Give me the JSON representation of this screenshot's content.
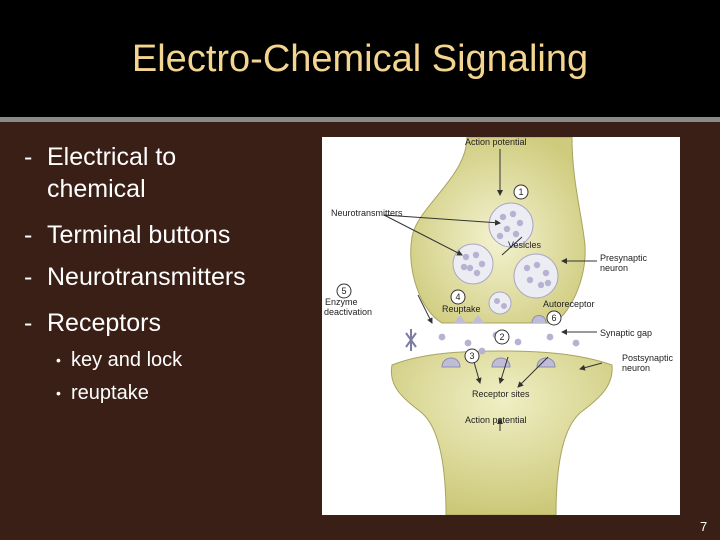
{
  "slide": {
    "title": "Electro-Chemical Signaling",
    "number": "7"
  },
  "bullets": [
    {
      "marker": "-",
      "lines": [
        "Electrical to",
        "chemical"
      ]
    },
    {
      "marker": "-",
      "lines": [
        "Terminal buttons"
      ]
    },
    {
      "marker": "-",
      "lines": [
        "Neurotransmitters"
      ]
    },
    {
      "marker": "-",
      "lines": [
        "Receptors"
      ]
    }
  ],
  "sub_bullets": [
    {
      "marker": "•",
      "text": "key and lock"
    },
    {
      "marker": "•",
      "text": "reuptake"
    }
  ],
  "figure": {
    "labels": {
      "action_potential_top": "Action potential",
      "neurotransmitters": "Neurotransmitters",
      "vesicles": "Vesicles",
      "presynaptic_1": "Presynaptic",
      "presynaptic_2": "neuron",
      "enzyme_1": "Enzyme",
      "enzyme_2": "deactivation",
      "reuptake": "Reuptake",
      "autoreceptor": "Autoreceptor",
      "synaptic_gap": "Synaptic gap",
      "postsynaptic_1": "Postsynaptic",
      "postsynaptic_2": "neuron",
      "receptor_sites": "Receptor sites",
      "action_potential_bottom": "Action potential"
    },
    "steps": [
      "1",
      "2",
      "3",
      "4",
      "5",
      "6"
    ],
    "colors": {
      "neuron_fill": "#d8d58e",
      "neuron_light": "#f0efc4",
      "vesicle_dot": "#b7b2d2",
      "vesicle_fill": "#ececf3",
      "receptor": "#bfbcd8"
    }
  }
}
